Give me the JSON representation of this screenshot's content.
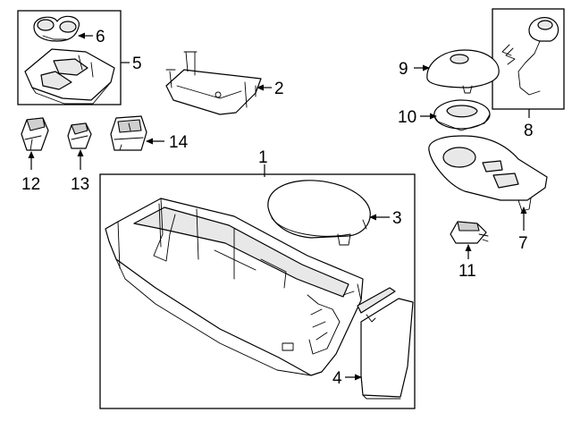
{
  "callouts": {
    "c1": "1",
    "c2": "2",
    "c3": "3",
    "c4": "4",
    "c5": "5",
    "c6": "6",
    "c7": "7",
    "c8": "8",
    "c9": "9",
    "c10": "10",
    "c11": "11",
    "c12": "12",
    "c13": "13",
    "c14": "14"
  },
  "colors": {
    "line": "#000000",
    "background": "#ffffff",
    "shade": "#e8e8e8"
  }
}
